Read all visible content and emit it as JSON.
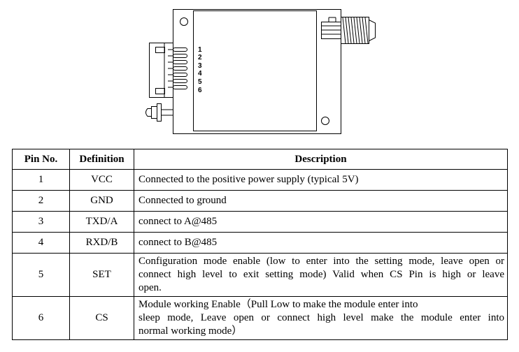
{
  "diagram": {
    "pin_labels": [
      "1",
      "2",
      "3",
      "4",
      "5",
      "6"
    ]
  },
  "table": {
    "headers": [
      "Pin No.",
      "Definition",
      "Description"
    ],
    "rows": [
      {
        "pin": "1",
        "definition": "VCC",
        "description_lines": [
          "Connected to the positive power supply (typical 5V)"
        ]
      },
      {
        "pin": "2",
        "definition": "GND",
        "description_lines": [
          "Connected to ground"
        ]
      },
      {
        "pin": "3",
        "definition": "TXD/A",
        "description_lines": [
          "connect to A@485"
        ]
      },
      {
        "pin": "4",
        "definition": "RXD/B",
        "description_lines": [
          "connect to B@485"
        ]
      },
      {
        "pin": "5",
        "definition": "SET",
        "description_lines": [
          "Configuration mode enable (low to enter into the setting mode, leave open or",
          "connect high level to exit setting mode) Valid when CS Pin is high or leave",
          "open."
        ]
      },
      {
        "pin": "6",
        "definition": "CS",
        "description_lines": [
          "Module working Enable（Pull Low to make the module enter into",
          "sleep mode, Leave open or connect high level make the module enter into",
          "normal working mode）"
        ]
      }
    ]
  }
}
